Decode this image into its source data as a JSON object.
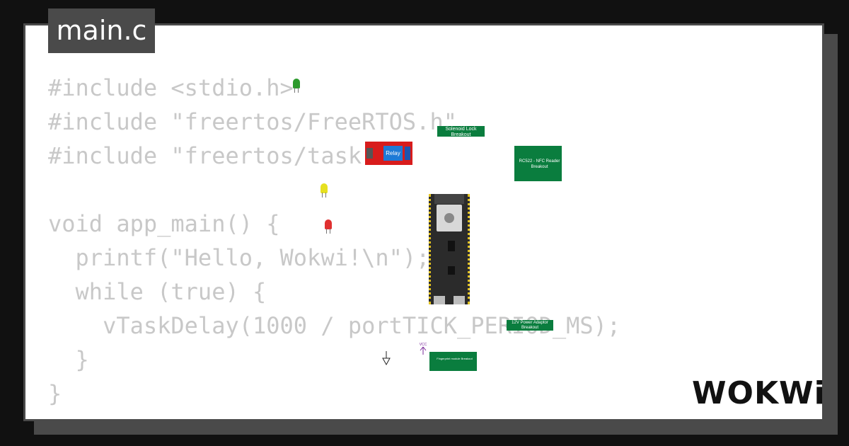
{
  "file_tab": {
    "label": "main.c"
  },
  "code_lines": [
    "#include <stdio.h>",
    "#include \"freertos/FreeRTOS.h\"",
    "#include \"freertos/task.h\"",
    "",
    "void app_main() {",
    "  printf(\"Hello, Wokwi!\\n\");",
    "  while (true) {",
    "    vTaskDelay(1000 / portTICK_PERIOD_MS);",
    "  }",
    "}"
  ],
  "components": {
    "solenoid": "Solenoid Lock Breakout",
    "relay": "Relay",
    "nfc": "RC522 - NFC Reader Breakout",
    "power": "12V Power Adaptor Breakout",
    "vcc": "VCC",
    "fingerprint": "Fingerprint module Breakout"
  },
  "brand": {
    "logo": "WOKWi"
  },
  "colors": {
    "background": "#111111",
    "card": "#ffffff",
    "tab": "#4a4a4a",
    "code": "#c8c8c8",
    "board_green": "#0a7d3e",
    "relay_red": "#d81c1c"
  },
  "icons": [
    "ground-icon",
    "esp32-chip-icon",
    "led-icon"
  ]
}
